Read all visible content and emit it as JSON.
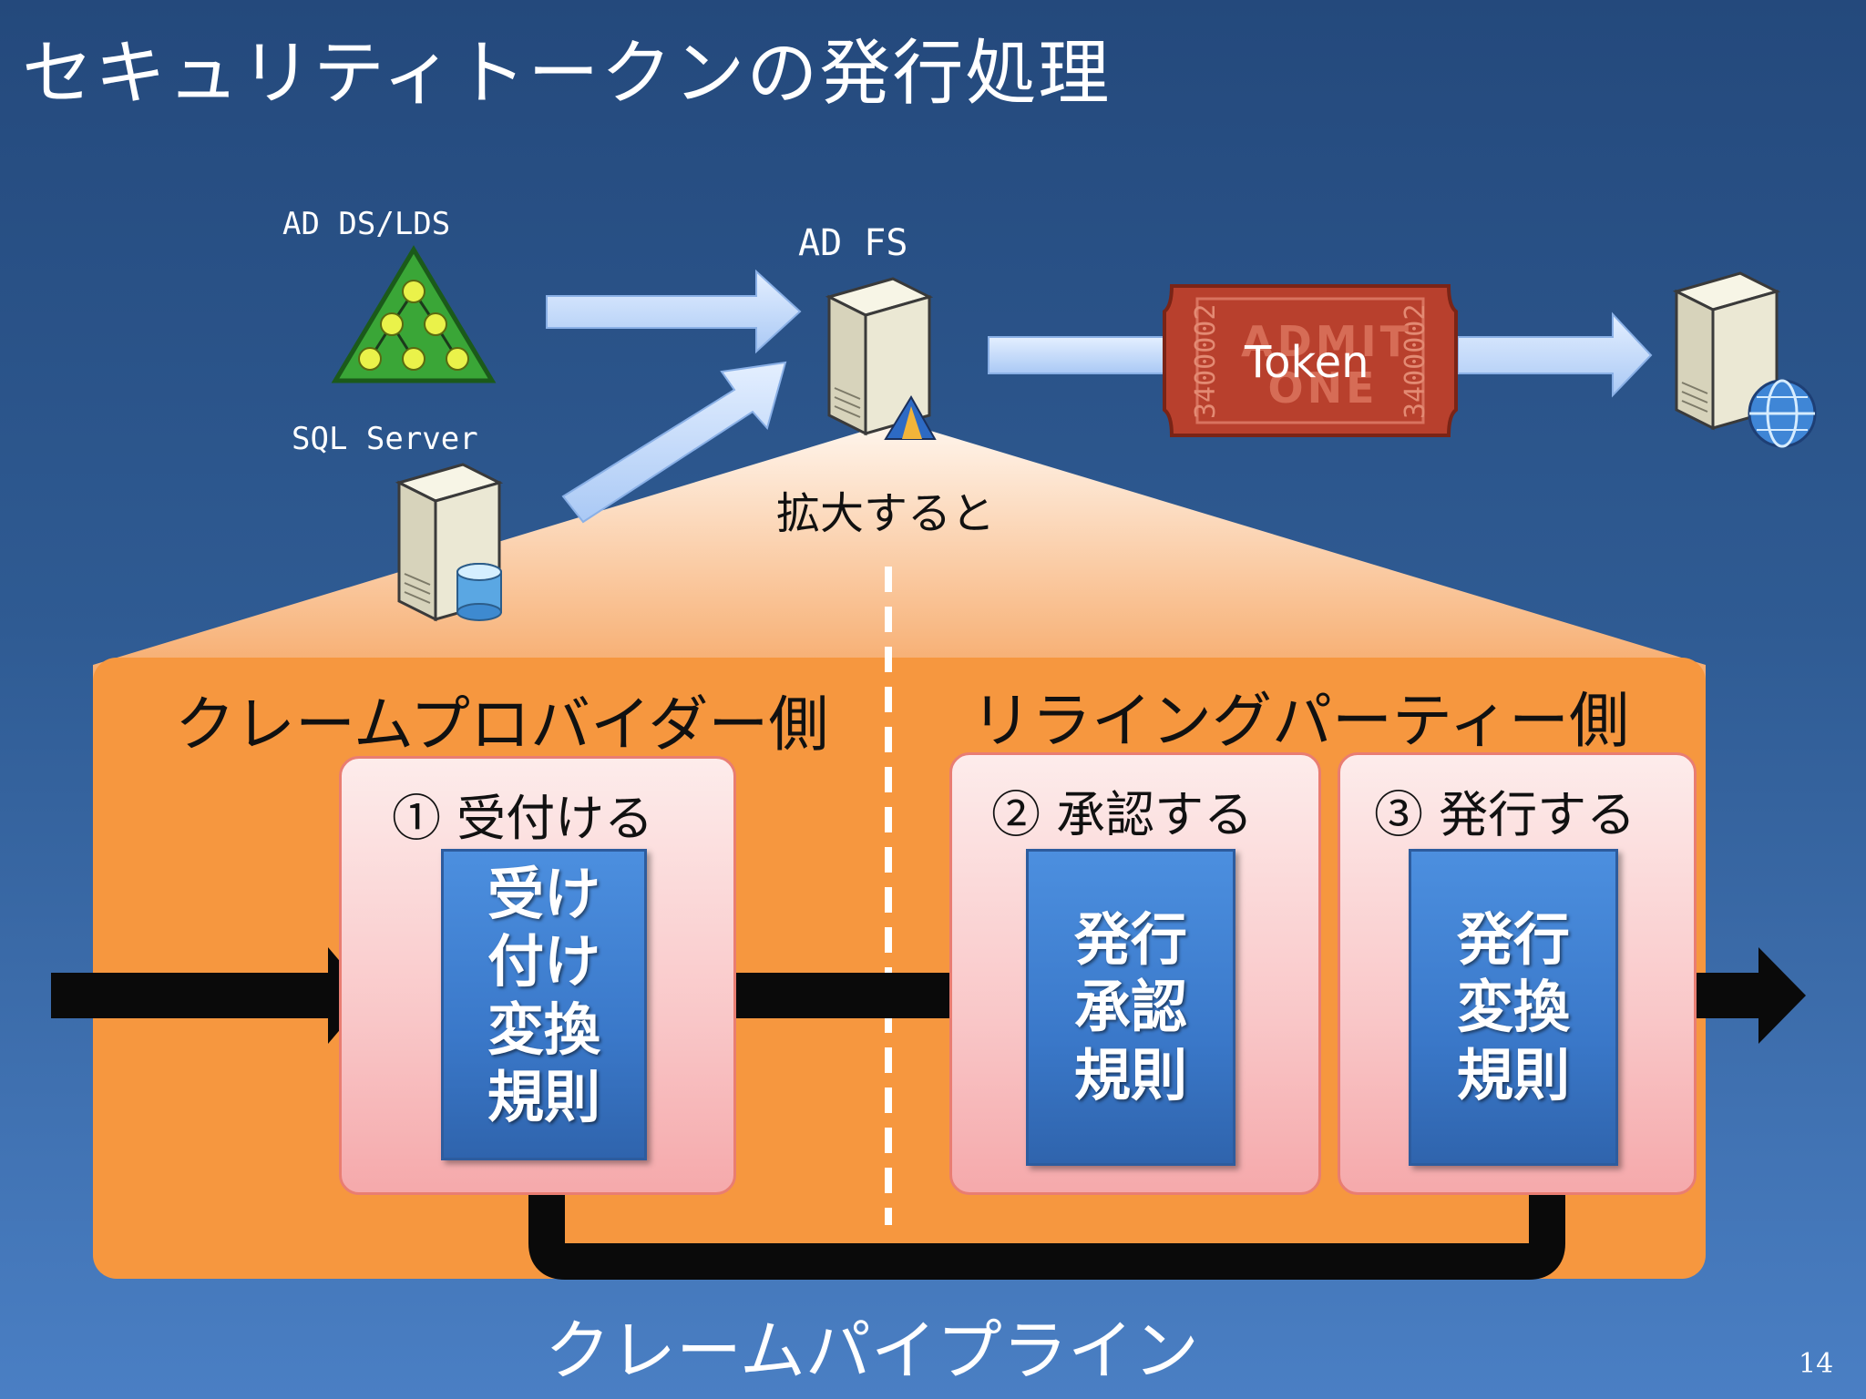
{
  "title": "セキュリティトークンの発行処理",
  "sources": {
    "ad_ds": "AD DS/LDS",
    "sql": "SQL Server"
  },
  "adfs": "AD FS",
  "token": "Token",
  "token_stamp": "3400002",
  "token_admit": "ADMIT ONE",
  "enlarge": "拡大すると",
  "sides": {
    "provider": "クレームプロバイダー側",
    "relying": "リライングパーティー側"
  },
  "stages": [
    {
      "label": "① 受付ける",
      "rule_lines": [
        "受け",
        "付け",
        "変換",
        "規則"
      ]
    },
    {
      "label": "② 承認する",
      "rule_lines": [
        "発行",
        "承認",
        "規則"
      ]
    },
    {
      "label": "③ 発行する",
      "rule_lines": [
        "発行",
        "変換",
        "規則"
      ]
    }
  ],
  "footer": "クレームパイプライン",
  "page_number": "14",
  "colors": {
    "background": "#2f5b93",
    "pipeline": "#f6973f",
    "stage": "#f9c7c8",
    "rule": "#3a78c9",
    "token": "#b8402d"
  }
}
